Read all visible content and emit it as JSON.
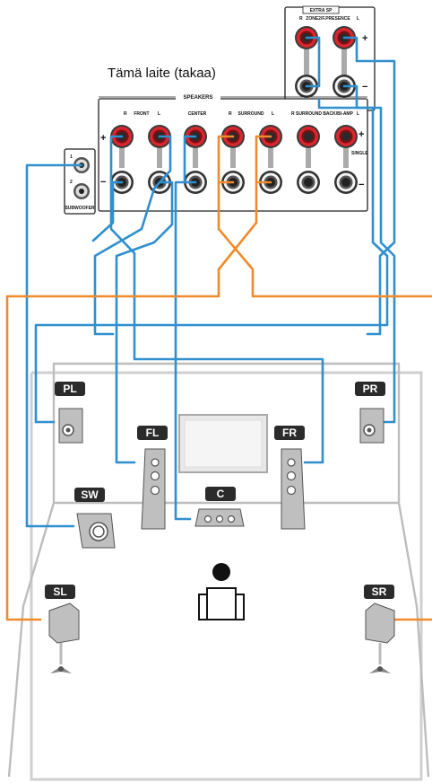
{
  "device": {
    "title": "Tämä laite (takaa)",
    "extra_sp_label": "EXTRA SP",
    "zone_label": "ZONE2/F.PRESENCE",
    "speakers_label": "SPEAKERS",
    "front_label": "FRONT",
    "center_label": "CENTER",
    "surround_label": "SURROUND",
    "surround_back_label": "SURROUND BACK/BI-AMP",
    "single_label": "SINGLE",
    "subwoofer_label": "SUBWOOFER",
    "sub_1": "1",
    "sub_2": "2",
    "r_mark": "R",
    "l_mark": "L",
    "plus": "+",
    "minus": "−"
  },
  "speakers": {
    "pl": "PL",
    "pr": "PR",
    "fl": "FL",
    "fr": "FR",
    "sw": "SW",
    "c": "C",
    "sl": "SL",
    "sr": "SR"
  },
  "colors": {
    "front_wiring": "#2f8fcf",
    "surround_wiring": "#f08a2c",
    "terminal_red": "#d9262e",
    "label_bg": "#2b2b2b"
  }
}
